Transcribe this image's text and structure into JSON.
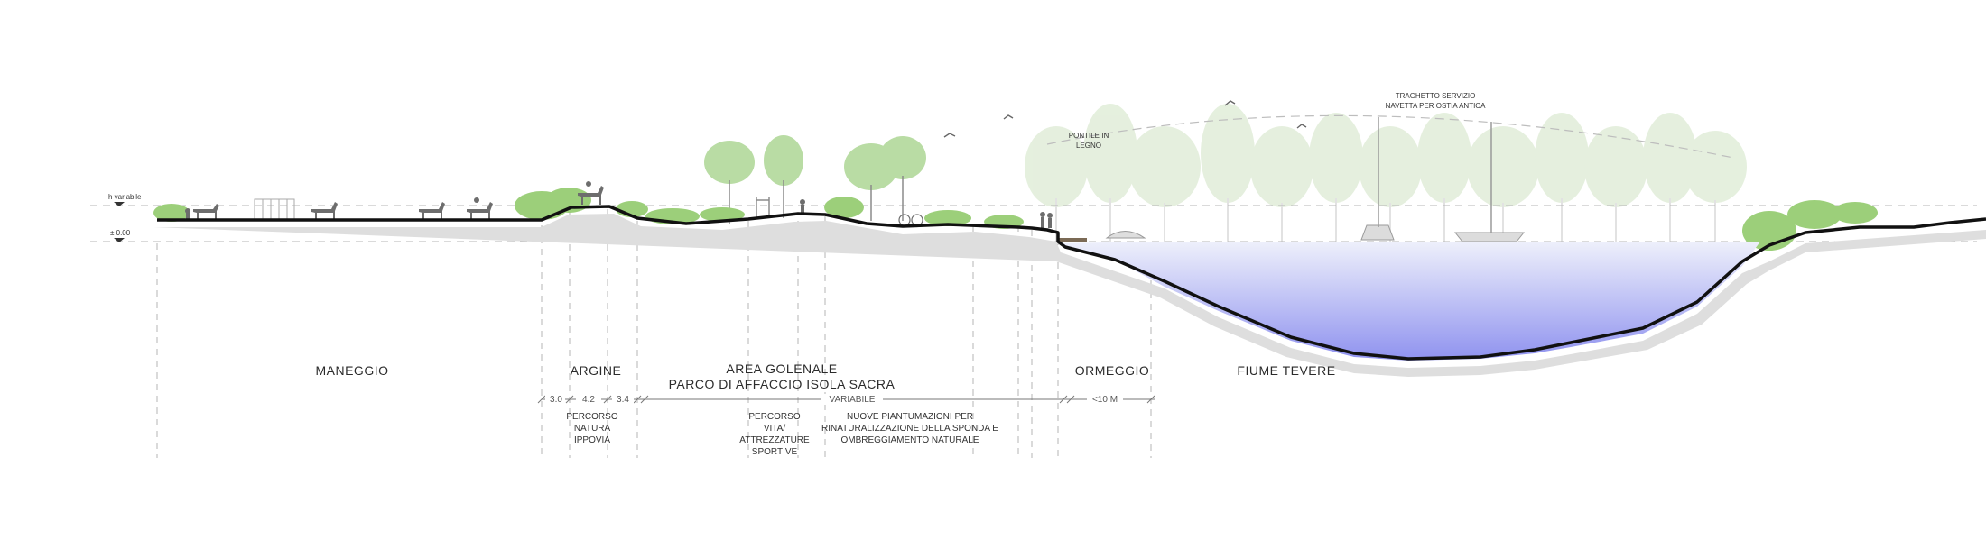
{
  "levels": {
    "top": "h variabile",
    "zero": "± 0.00"
  },
  "zones": [
    {
      "name": "MANEGGIO"
    },
    {
      "name": "ARGINE"
    },
    {
      "name": "AREA GOLENALE"
    },
    {
      "name": "PARCO DI AFFACCIO ISOLA SACRA"
    },
    {
      "name": "ORMEGGIO"
    },
    {
      "name": "FIUME TEVERE"
    }
  ],
  "dimensions": [
    "3.0",
    "4.2",
    "3.4",
    "VARIABILE",
    "<10 M"
  ],
  "notes": {
    "percorso_natura": [
      "PERCORSO",
      "NATURA",
      "IPPOVIA"
    ],
    "percorso_vita": [
      "PERCORSO",
      "VITA/",
      "ATTREZZATURE",
      "SPORTIVE"
    ],
    "piantumazioni": [
      "NUOVE PIANTUMAZIONI PER",
      "RINATURALIZZAZIONE DELLA SPONDA E",
      "OMBREGGIAMENTO NATURALE"
    ],
    "pontile": [
      "PONTILE IN",
      "LEGNO"
    ],
    "traghetto": [
      "TRAGHETTO SERVIZIO",
      "NAVETTA PER OSTIA ANTICA"
    ]
  },
  "colors": {
    "ground": "#111111",
    "water_top": "#eceffb",
    "water_bottom": "#8c8ff0",
    "vegetation": "#9ccf7a",
    "tree_faded": "#dcebd3",
    "guide": "#b0b0b0"
  }
}
